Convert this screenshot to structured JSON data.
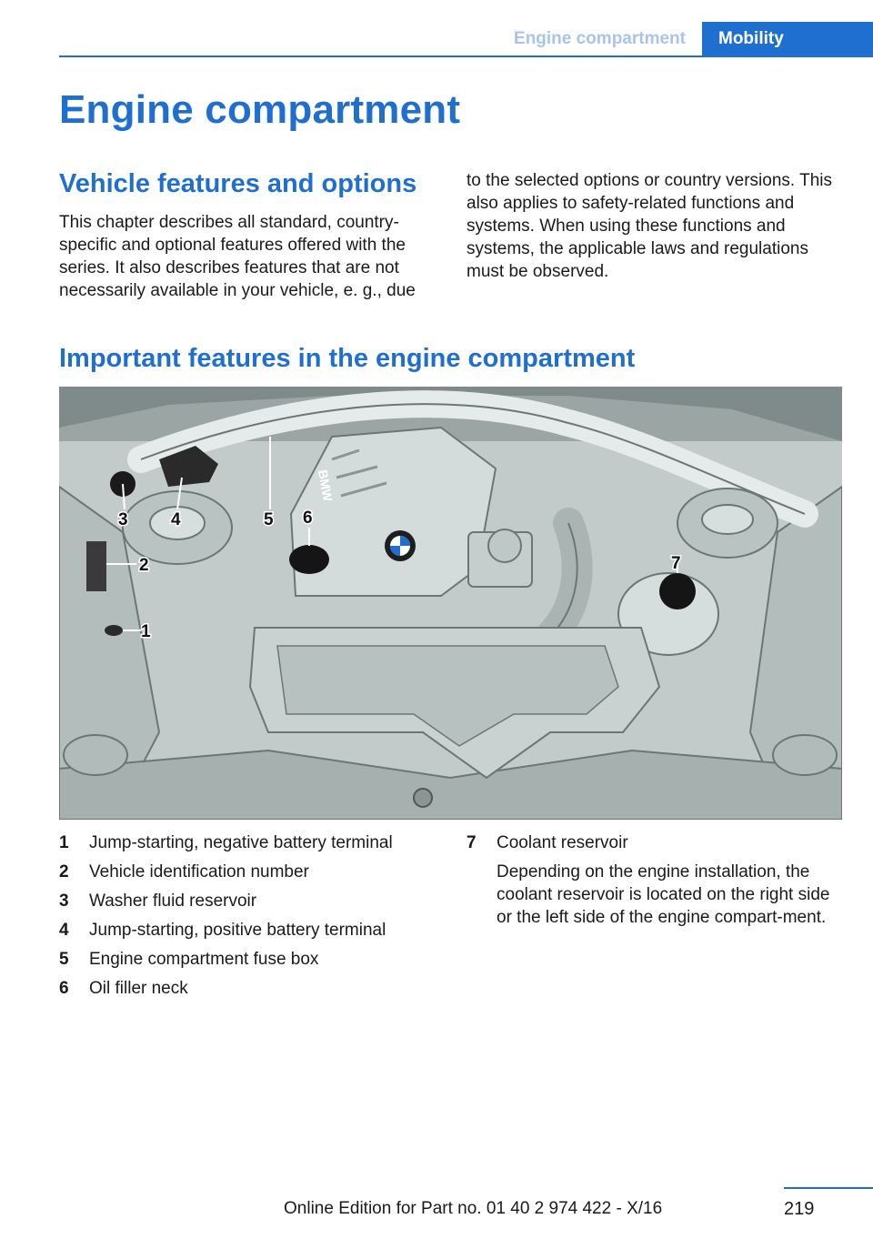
{
  "header": {
    "section_tab": "Engine compartment",
    "chapter_tab": "Mobility"
  },
  "page_title": "Engine compartment",
  "section1": {
    "title": "Vehicle features and options",
    "paragraph_left": "This chapter describes all standard, country-specific and optional features offered with the series. It also describes features that are not necessarily available in your vehicle, e. g., due",
    "paragraph_right": "to the selected options or country versions. This also applies to safety-related functions and systems. When using these functions and systems, the applicable laws and regulations must be observed."
  },
  "section2": {
    "title": "Important features in the engine compartment"
  },
  "figure": {
    "callouts": [
      "1",
      "2",
      "3",
      "4",
      "5",
      "6",
      "7"
    ],
    "badge": "BMW"
  },
  "legend": {
    "items": [
      {
        "num": "1",
        "label": "Jump-starting, negative battery terminal"
      },
      {
        "num": "2",
        "label": "Vehicle identification number"
      },
      {
        "num": "3",
        "label": "Washer fluid reservoir"
      },
      {
        "num": "4",
        "label": "Jump-starting, positive battery terminal"
      },
      {
        "num": "5",
        "label": "Engine compartment fuse box"
      },
      {
        "num": "6",
        "label": "Oil filler neck"
      },
      {
        "num": "7",
        "label": "Coolant reservoir",
        "note": "Depending on the engine installation, the coolant reservoir is located on the right side or the left side of the engine compart‐ment."
      }
    ]
  },
  "footer": {
    "page_number": "219",
    "edition": "Online Edition for Part no. 01 40 2 974 422 - X/16"
  },
  "colors": {
    "accent": "#1f6fd1",
    "tab_inactive_text": "#a9c4e8"
  }
}
